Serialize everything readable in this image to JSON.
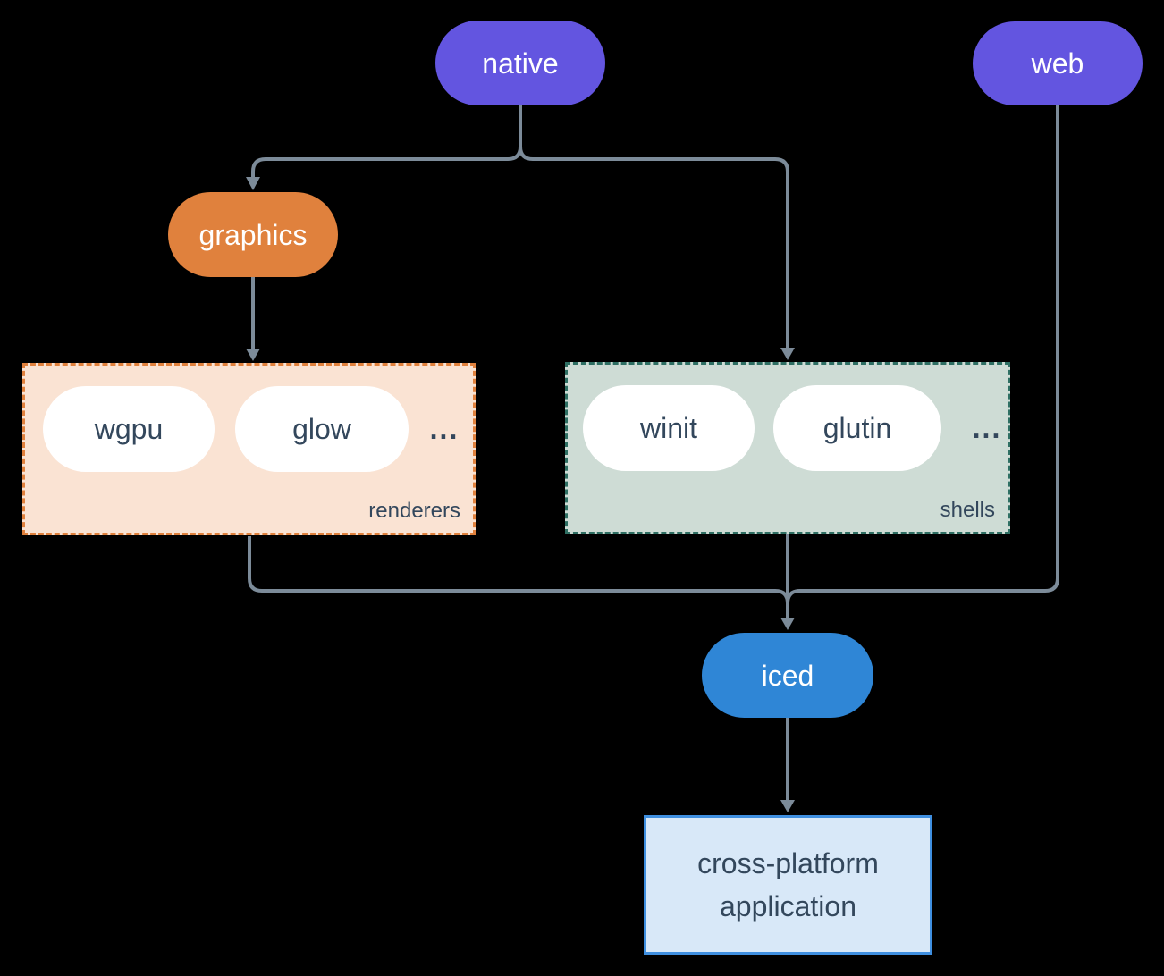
{
  "colors": {
    "background": "#000000",
    "purple": "#6355e0",
    "orange": "#e0813d",
    "blue": "#2f86d6",
    "peach_fill": "#fae3d3",
    "sage_fill": "#cedcd5",
    "teal_border": "#2e6f63",
    "lightblue_fill": "#d8e8f8",
    "blue_border": "#3f8fe0",
    "text_dark": "#33475c",
    "text_light": "#ffffff",
    "connector": "#7c8b99",
    "pill_white": "#ffffff"
  },
  "nodes": {
    "native": "native",
    "web": "web",
    "graphics": "graphics",
    "iced": "iced",
    "app": "cross-platform application"
  },
  "groups": {
    "renderers": {
      "label": "renderers",
      "items": [
        "wgpu",
        "glow"
      ],
      "more": "..."
    },
    "shells": {
      "label": "shells",
      "items": [
        "winit",
        "glutin"
      ],
      "more": "..."
    }
  }
}
